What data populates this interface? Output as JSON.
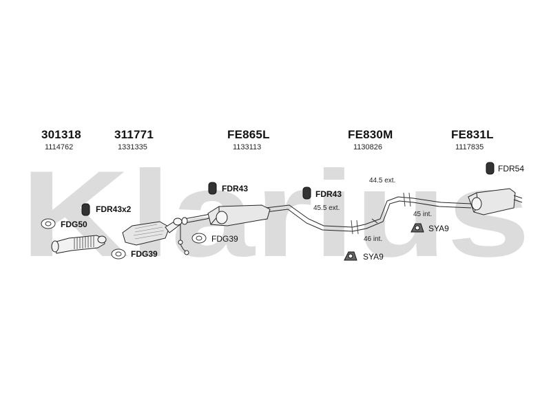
{
  "watermark": {
    "text": "Klarius",
    "color": "#dcdcdc"
  },
  "sections": [
    {
      "part": "301318",
      "ref": "1114762"
    },
    {
      "part": "311771",
      "ref": "1331335"
    },
    {
      "part": "FE865L",
      "ref": "1133113"
    },
    {
      "part": "FE830M",
      "ref": "1130826"
    },
    {
      "part": "FE831L",
      "ref": "1117835"
    }
  ],
  "fittings": {
    "fdr43x2": "FDR43x2",
    "fdg50": "FDG50",
    "fdg39_left": "FDG39",
    "fdr43_a": "FDR43",
    "fdg39_mid": "FDG39",
    "fdr43_b": "FDR43",
    "sya9_bottom": "SYA9",
    "sya9_right": "SYA9",
    "fdr54": "FDR54"
  },
  "dimensions": {
    "d445ext": "44.5 ext.",
    "d455ext": "45.5 ext.",
    "d46int": "46 int.",
    "d45int": "45 int."
  }
}
